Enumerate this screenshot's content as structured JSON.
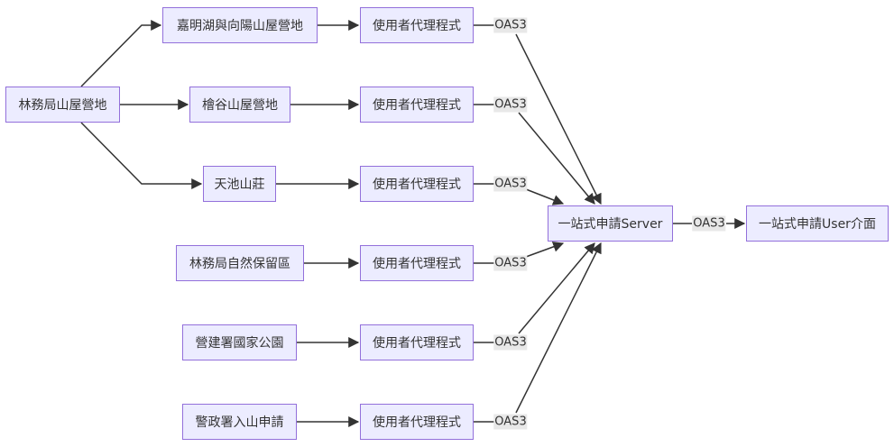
{
  "diagram": {
    "type": "flowchart",
    "direction": "LR",
    "colors": {
      "node_fill": "#ECECFF",
      "node_border": "#9370DB",
      "edge": "#333333",
      "label_bg": "#e8e8e8"
    },
    "nodes": [
      {
        "id": "forestry_cabin",
        "label": "林務局山屋營地"
      },
      {
        "id": "jiaming",
        "label": "嘉明湖與向陽山屋營地"
      },
      {
        "id": "kuaigu",
        "label": "檜谷山屋營地"
      },
      {
        "id": "tianchi",
        "label": "天池山莊"
      },
      {
        "id": "reserve",
        "label": "林務局自然保留區"
      },
      {
        "id": "park",
        "label": "營建署國家公園"
      },
      {
        "id": "police",
        "label": "警政署入山申請"
      },
      {
        "id": "agent1",
        "label": "使用者代理程式"
      },
      {
        "id": "agent2",
        "label": "使用者代理程式"
      },
      {
        "id": "agent3",
        "label": "使用者代理程式"
      },
      {
        "id": "agent4",
        "label": "使用者代理程式"
      },
      {
        "id": "agent5",
        "label": "使用者代理程式"
      },
      {
        "id": "agent6",
        "label": "使用者代理程式"
      },
      {
        "id": "server",
        "label": "一站式申請Server"
      },
      {
        "id": "ui",
        "label": "一站式申請User介面"
      }
    ],
    "edges": [
      {
        "from": "forestry_cabin",
        "to": "jiaming",
        "label": ""
      },
      {
        "from": "forestry_cabin",
        "to": "kuaigu",
        "label": ""
      },
      {
        "from": "forestry_cabin",
        "to": "tianchi",
        "label": ""
      },
      {
        "from": "jiaming",
        "to": "agent1",
        "label": ""
      },
      {
        "from": "kuaigu",
        "to": "agent2",
        "label": ""
      },
      {
        "from": "tianchi",
        "to": "agent3",
        "label": ""
      },
      {
        "from": "reserve",
        "to": "agent4",
        "label": ""
      },
      {
        "from": "park",
        "to": "agent5",
        "label": ""
      },
      {
        "from": "police",
        "to": "agent6",
        "label": ""
      },
      {
        "from": "agent1",
        "to": "server",
        "label": "OAS3"
      },
      {
        "from": "agent2",
        "to": "server",
        "label": "OAS3"
      },
      {
        "from": "agent3",
        "to": "server",
        "label": "OAS3"
      },
      {
        "from": "agent4",
        "to": "server",
        "label": "OAS3"
      },
      {
        "from": "agent5",
        "to": "server",
        "label": "OAS3"
      },
      {
        "from": "agent6",
        "to": "server",
        "label": "OAS3"
      },
      {
        "from": "server",
        "to": "ui",
        "label": "OAS3"
      }
    ]
  }
}
